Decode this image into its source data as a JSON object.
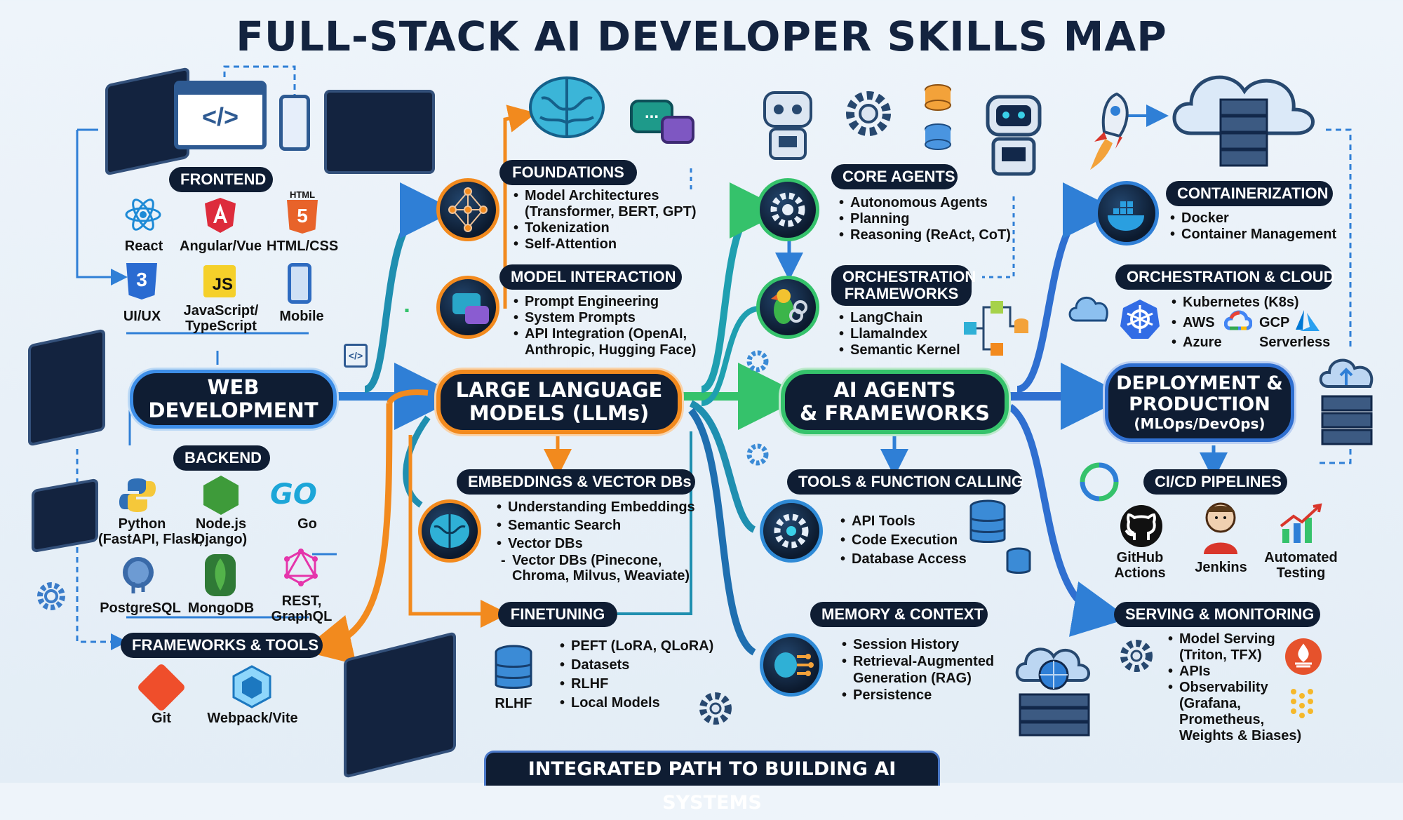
{
  "title": "FULL-STACK AI DEVELOPER SKILLS MAP",
  "footer": "INTEGRATED PATH TO BUILDING AI SYSTEMS",
  "colors": {
    "web": "#2f7fd6",
    "llm": "#f28a1e",
    "agents": "#35c26b",
    "deploy": "#2f6fd0",
    "dark": "#0f1d33"
  },
  "hubs": {
    "web": {
      "line1": "WEB",
      "line2": "DEVELOPMENT"
    },
    "llm": {
      "line1": "LARGE LANGUAGE",
      "line2": "MODELS (LLMs)"
    },
    "agents": {
      "line1": "AI AGENTS",
      "line2": "& FRAMEWORKS"
    },
    "deploy": {
      "line1": "DEPLOYMENT &",
      "line2": "PRODUCTION",
      "line3": "(MLOps/DevOps)"
    }
  },
  "web": {
    "frontend": {
      "title": "FRONTEND",
      "items": [
        "React",
        "Angular/Vue",
        "HTML/CSS",
        "UI/UX",
        "JavaScript/",
        "TypeScript",
        "Mobile"
      ],
      "icons": [
        "react-icon",
        "angular-icon",
        "html5-icon",
        "css3-icon",
        "js-icon",
        "mobile-icon"
      ],
      "html_tag": "HTML",
      "js_tag": "JS"
    },
    "backend": {
      "title": "BACKEND",
      "items": [
        "Python",
        "(FastAPI, Flask,",
        "Node.js",
        "Django)",
        "Go",
        "PostgreSQL",
        "MongoDB",
        "REST,",
        "GraphQL"
      ],
      "go_logo": "GO"
    },
    "tools": {
      "title": "FRAMEWORKS & TOOLS",
      "items": [
        "Git",
        "Webpack/Vite"
      ]
    }
  },
  "llm": {
    "foundations": {
      "title": "FOUNDATIONS",
      "items": [
        "Model Architectures",
        "(Transformer, BERT, GPT)",
        "Tokenization",
        "Self-Attention"
      ]
    },
    "interaction": {
      "title": "MODEL INTERACTION",
      "items": [
        "Prompt Engineering",
        "System Prompts",
        "API Integration (OpenAI,",
        "Anthropic, Hugging Face)"
      ]
    },
    "embeddings": {
      "title": "EMBEDDINGS & VECTOR DBs",
      "items": [
        "Understanding Embeddings",
        "Semantic Search",
        "Vector DBs",
        "Vector DBs (Pinecone,",
        "Chroma, Milvus, Weaviate)"
      ]
    },
    "finetuning": {
      "title": "FINETUNING",
      "items": [
        "PEFT (LoRA, QLoRA)",
        "Datasets",
        "RLHF",
        "Local Models"
      ],
      "db_label": "RLHF"
    }
  },
  "agents": {
    "core": {
      "title": "CORE AGENTS",
      "items": [
        "Autonomous Agents",
        "Planning",
        "Reasoning (ReAct, CoT)"
      ]
    },
    "orchestration": {
      "title1": "ORCHESTRATION",
      "title2": "FRAMEWORKS",
      "items": [
        "LangChain",
        "LlamaIndex",
        "Semantic Kernel"
      ]
    },
    "tools": {
      "title": "TOOLS & FUNCTION CALLING",
      "items": [
        "API Tools",
        "Code Execution",
        "Database Access"
      ]
    },
    "memory": {
      "title": "MEMORY & CONTEXT",
      "items": [
        "Session History",
        "Retrieval-Augmented",
        "Generation (RAG)",
        "Persistence"
      ]
    }
  },
  "deploy": {
    "containers": {
      "title": "CONTAINERIZATION",
      "items": [
        "Docker",
        "Container Management"
      ]
    },
    "cloud": {
      "title": "ORCHESTRATION & CLOUD",
      "items": [
        "Kubernetes (K8s)",
        "AWS",
        "GCP",
        "Azure",
        "Serverless"
      ]
    },
    "cicd": {
      "title": "CI/CD PIPELINES",
      "items": [
        "GitHub",
        "Actions",
        "Jenkins",
        "Automated",
        "Testing"
      ]
    },
    "serving": {
      "title": "SERVING & MONITORING",
      "items": [
        "Model Serving",
        "(Triton, TFX)",
        "APIs",
        "Observability",
        "(Grafana,",
        "Prometheus,",
        "Weights & Biases)"
      ]
    }
  }
}
